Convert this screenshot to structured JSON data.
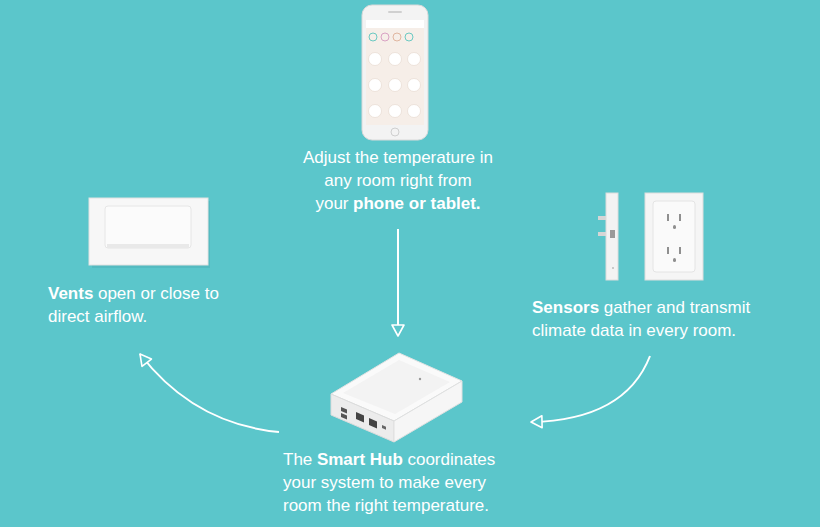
{
  "diagram": {
    "nodes": [
      {
        "text": [
          "Adjust the temperature in any room right from your",
          "phone or tablet."
        ]
      },
      {
        "text": [
          "Vents",
          "open or close to direct airflow."
        ]
      },
      {
        "text": [
          "Sensors",
          "gather and transmit climate data in every room."
        ]
      },
      {
        "text": [
          "The",
          "Smart Hub",
          "coordinates your system to make every room the right temperature."
        ]
      }
    ],
    "edges": [
      {
        "from": 0,
        "to": 3,
        "arrow": "to"
      },
      {
        "from": 2,
        "to": 3,
        "arrow": "to"
      },
      {
        "from": 3,
        "to": 1,
        "arrow": "to"
      }
    ]
  }
}
